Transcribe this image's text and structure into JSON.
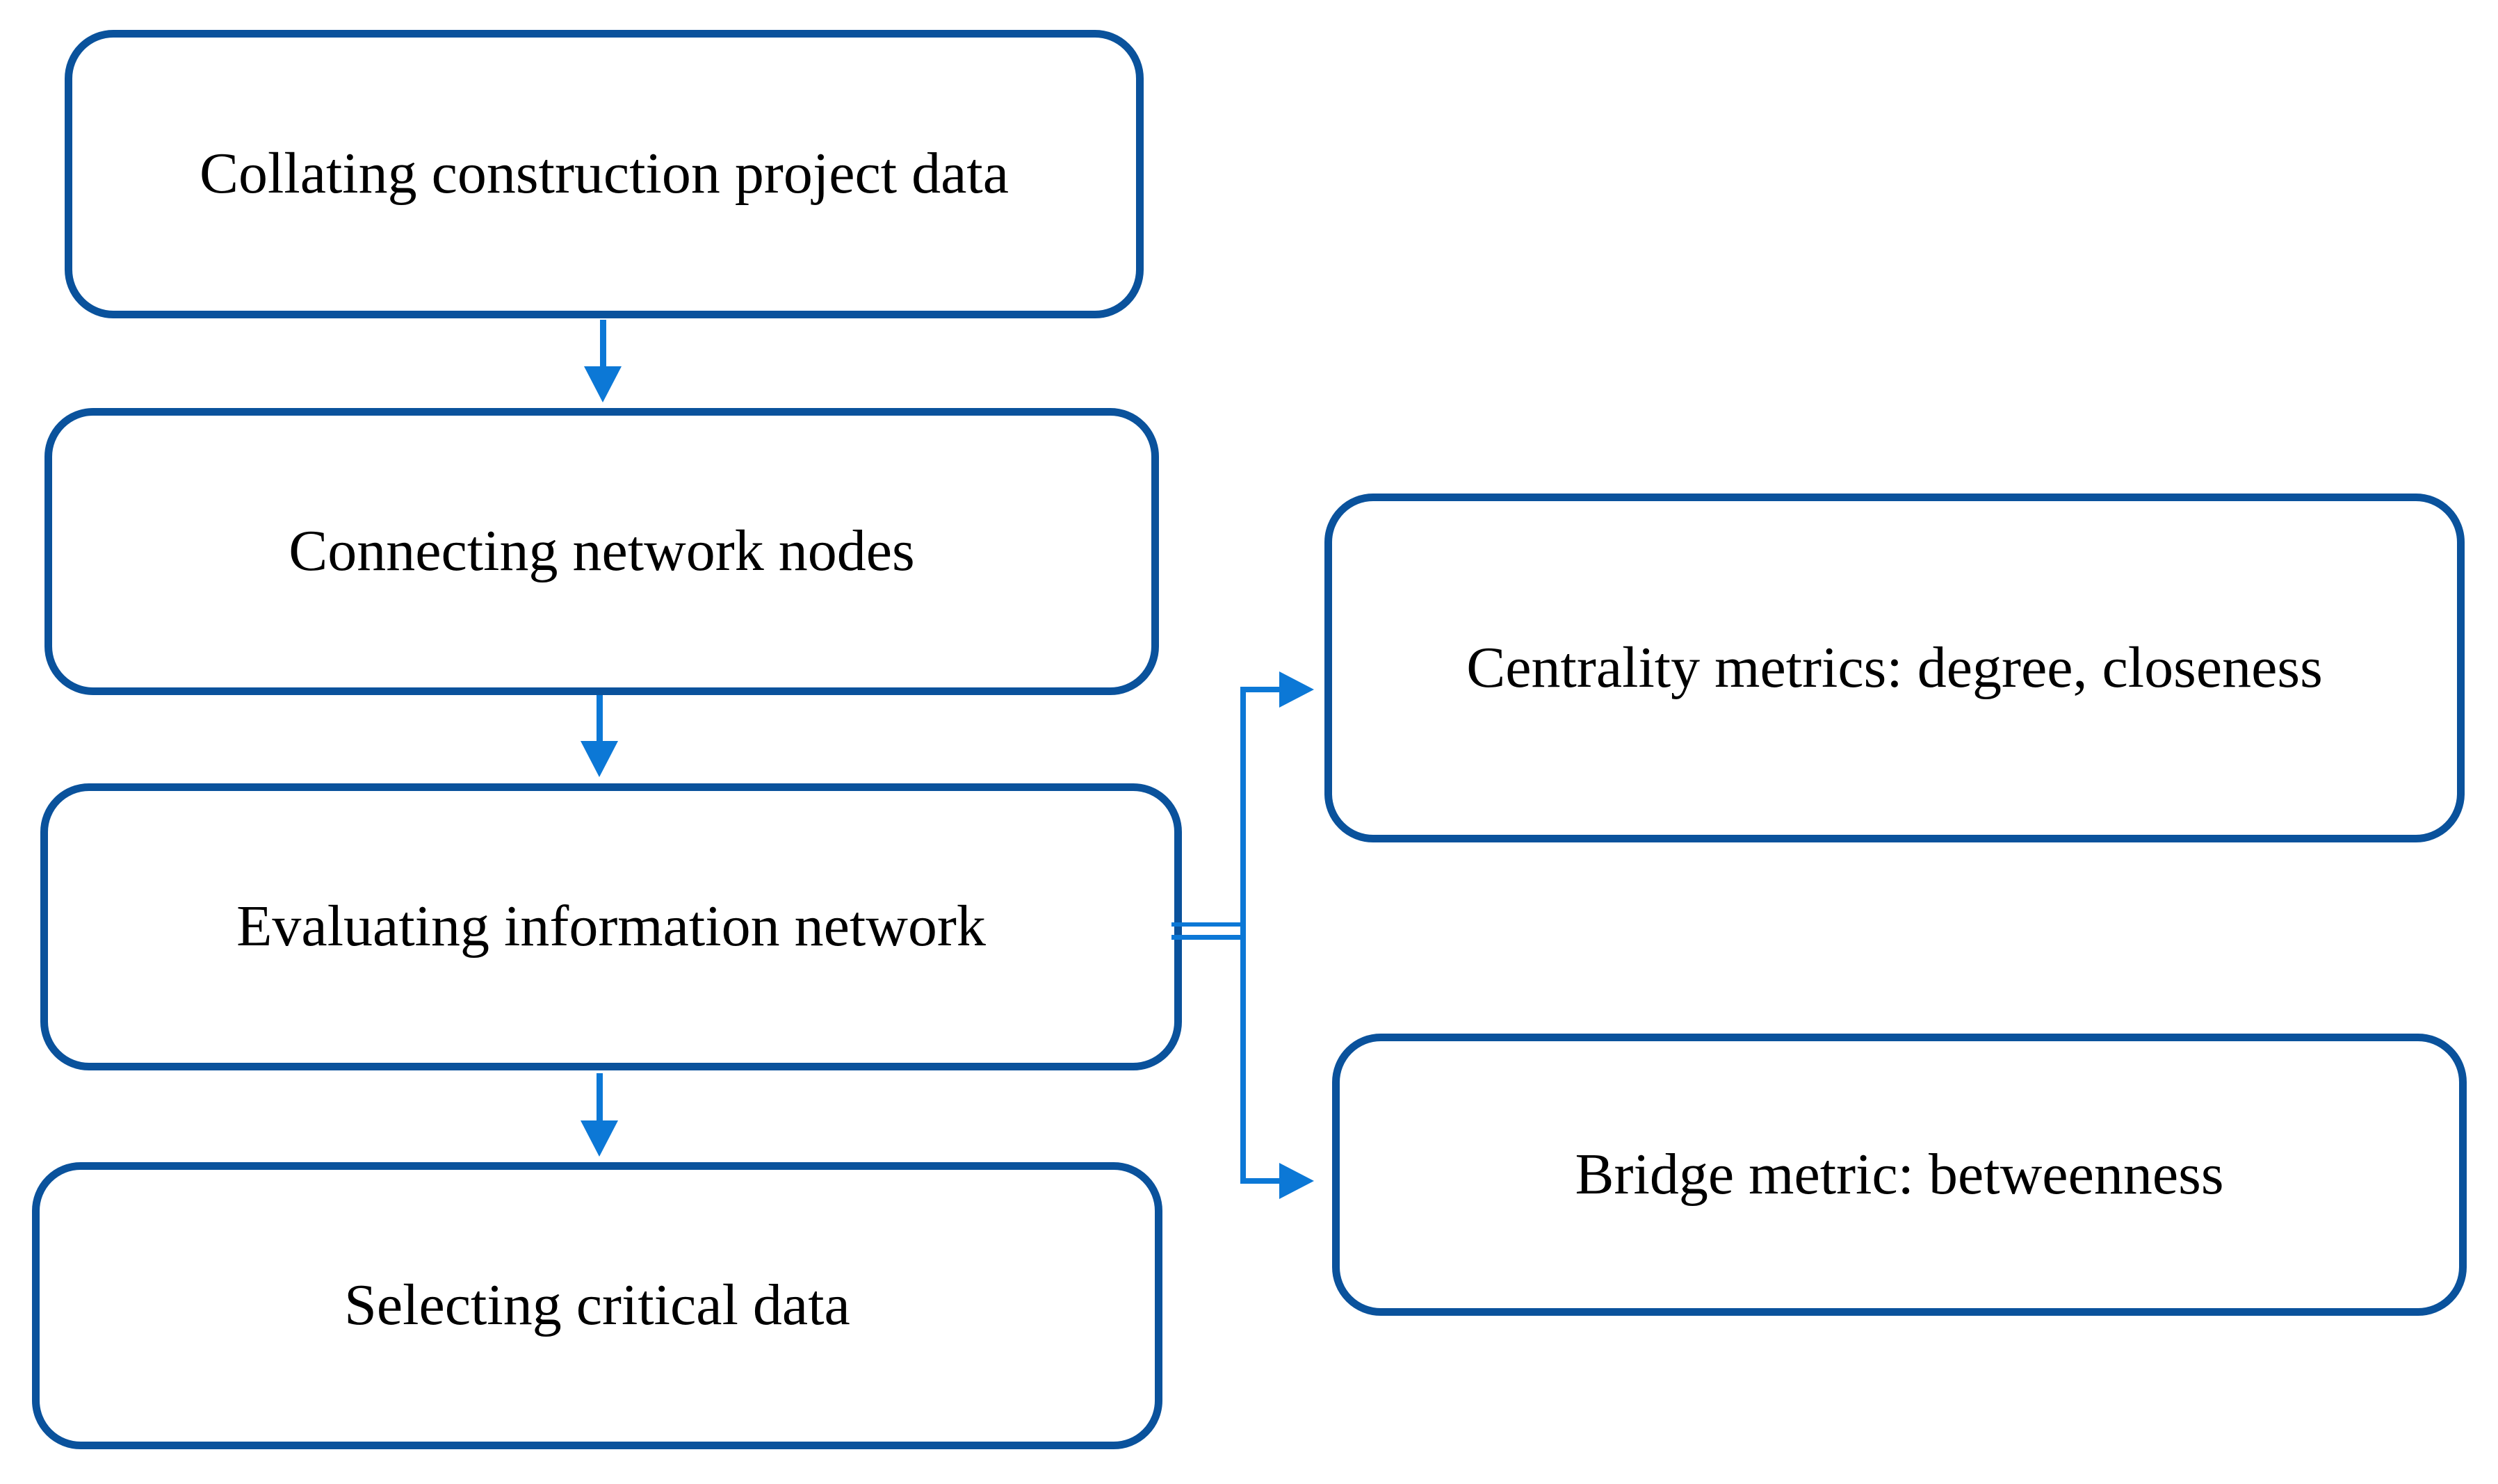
{
  "diagram": {
    "type": "flowchart",
    "colors": {
      "box_border": "#0a529c",
      "connector": "#0c78d6",
      "text": "#000000",
      "background": "#ffffff"
    },
    "left_column": [
      {
        "id": "collate",
        "label": "Collating construction project data"
      },
      {
        "id": "connect",
        "label": "Connecting network nodes"
      },
      {
        "id": "evaluate",
        "label": "Evaluating information network"
      },
      {
        "id": "select",
        "label": "Selecting critical data"
      }
    ],
    "right_column": [
      {
        "id": "centrality",
        "label": "Centrality metrics: degree, closeness"
      },
      {
        "id": "bridge",
        "label": "Bridge metric: betweenness"
      }
    ],
    "edges": [
      {
        "from": "collate",
        "to": "connect",
        "style": "arrow"
      },
      {
        "from": "connect",
        "to": "evaluate",
        "style": "arrow"
      },
      {
        "from": "evaluate",
        "to": "select",
        "style": "arrow"
      },
      {
        "from": "evaluate",
        "to": "centrality",
        "style": "branch-arrow"
      },
      {
        "from": "evaluate",
        "to": "bridge",
        "style": "branch-arrow"
      }
    ]
  }
}
